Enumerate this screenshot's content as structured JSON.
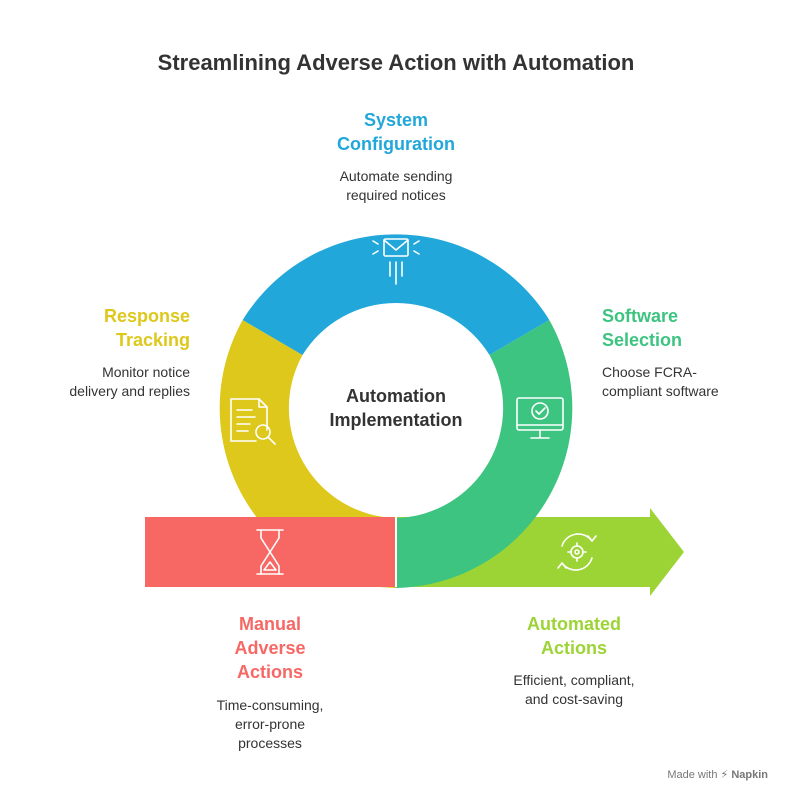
{
  "title": "Streamlining Adverse Action with Automation",
  "center": {
    "line1": "Automation",
    "line2": "Implementation"
  },
  "steps": {
    "system_configuration": {
      "label_line1": "System",
      "label_line2": "Configuration",
      "desc_line1": "Automate sending",
      "desc_line2": "required notices",
      "color": "#21A7D9",
      "icon": "envelope-icon"
    },
    "software_selection": {
      "label_line1": "Software",
      "label_line2": "Selection",
      "desc_line1": "Choose FCRA-",
      "desc_line2": "compliant software",
      "color": "#3CC480",
      "icon": "monitor-check-icon"
    },
    "response_tracking": {
      "label_line1": "Response",
      "label_line2": "Tracking",
      "desc_line1": "Monitor notice",
      "desc_line2": "delivery and replies",
      "color": "#DDC81B",
      "icon": "document-search-icon"
    },
    "manual_adverse_actions": {
      "label_line1": "Manual",
      "label_line2": "Adverse",
      "label_line3": "Actions",
      "desc_line1": "Time-consuming,",
      "desc_line2": "error-prone",
      "desc_line3": "processes",
      "color": "#F76865",
      "icon": "hourglass-icon"
    },
    "automated_actions": {
      "label_line1": "Automated",
      "label_line2": "Actions",
      "desc_line1": "Efficient, compliant,",
      "desc_line2": "and cost-saving",
      "color": "#9CD435",
      "icon": "gear-cycle-icon"
    }
  },
  "footer": {
    "prefix": "Made with",
    "brand": "Napkin"
  }
}
